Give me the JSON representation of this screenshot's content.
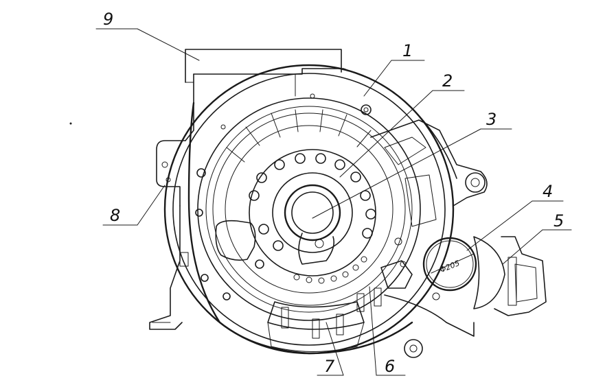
{
  "diagram": {
    "callouts": [
      "1",
      "2",
      "3",
      "4",
      "5",
      "6",
      "7",
      "8",
      "9"
    ],
    "dimension_label": "Φ205"
  }
}
